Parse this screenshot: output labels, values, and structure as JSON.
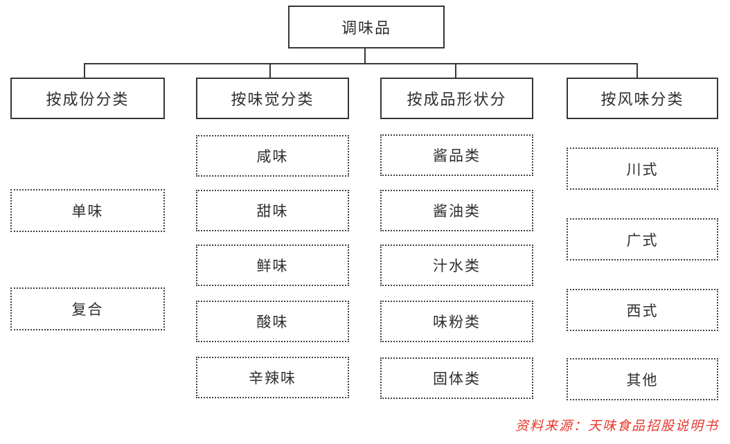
{
  "root": {
    "label": "调味品"
  },
  "columns": [
    {
      "header": "按成份分类",
      "children": [
        "单味",
        "复合"
      ]
    },
    {
      "header": "按味觉分类",
      "children": [
        "咸味",
        "甜味",
        "鲜味",
        "酸味",
        "辛辣味"
      ]
    },
    {
      "header": "按成品形状分",
      "children": [
        "酱品类",
        "酱油类",
        "汁水类",
        "味粉类",
        "固体类"
      ]
    },
    {
      "header": "按风味分类",
      "children": [
        "川式",
        "广式",
        "西式",
        "其他"
      ]
    }
  ],
  "source_note": "资料来源：天味食品招股说明书",
  "colors": {
    "line": "#363636",
    "text": "#2e2e2e",
    "source_red": "#e8372c",
    "background": "#ffffff"
  }
}
